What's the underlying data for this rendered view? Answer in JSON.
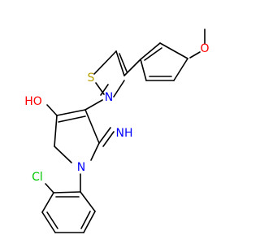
{
  "molecule": {
    "atom_labels": {
      "methoxy_o": "O",
      "thiazole_s": "S",
      "thiazole_n": "N",
      "hydroxyl": "HO",
      "imine": "NH",
      "ring_n": "N",
      "chlorine": "Cl"
    },
    "colors": {
      "carbon_bonds": "#000000",
      "oxygen": "#ff0000",
      "sulfur": "#b8a000",
      "nitrogen": "#0000ff",
      "chlorine": "#00c800"
    }
  }
}
